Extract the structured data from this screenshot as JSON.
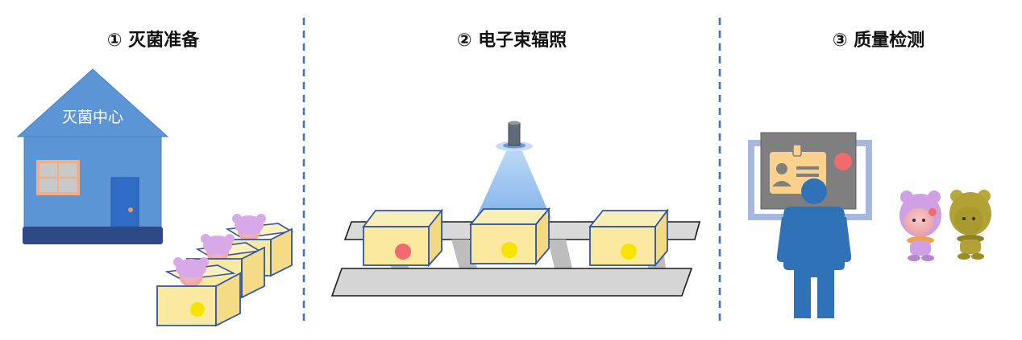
{
  "steps": [
    {
      "title": "① 灭菌准备"
    },
    {
      "title": "② 电子束辐照"
    },
    {
      "title": "③ 质量检测"
    }
  ],
  "house": {
    "label": "灭菌中心"
  },
  "colors": {
    "divider": "#4a6fb0",
    "house_wall": "#5b95d6",
    "box_face": "#fce9a0",
    "box_edge": "#2f55a8",
    "sticker_pass": "#f5e400",
    "sticker_fail": "#f06b6b",
    "person": "#2f72b8",
    "conveyor": "#d9d9d9",
    "beam": "#8ab8ee"
  }
}
